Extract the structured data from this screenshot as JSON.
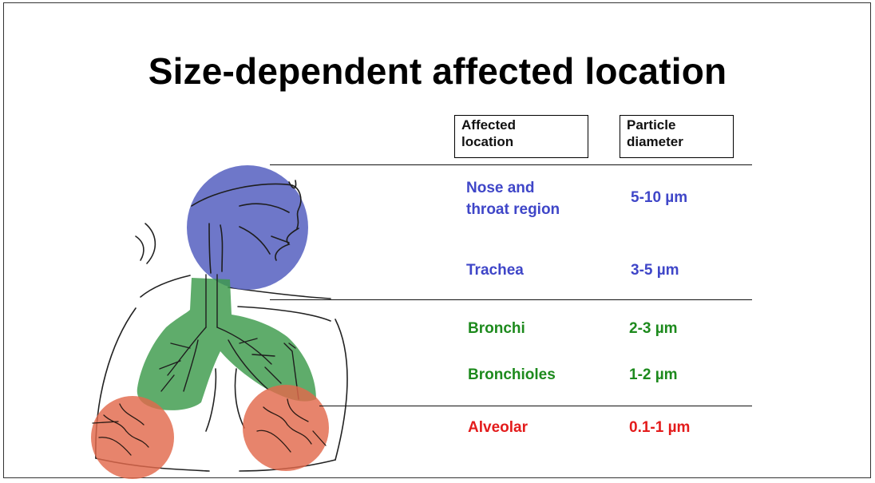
{
  "title": "Size-dependent affected location",
  "table": {
    "headers": [
      "Affected\nlocation",
      "Particle\ndiameter"
    ],
    "header_lines": [
      [
        "Affected",
        "location"
      ],
      [
        "Particle",
        "diameter"
      ]
    ],
    "rows": [
      {
        "location_lines": [
          "Nose and",
          "throat region"
        ],
        "diameter": "5-10 µm",
        "group": "upper"
      },
      {
        "location_lines": [
          "Trachea"
        ],
        "diameter": "3-5 µm",
        "group": "upper"
      },
      {
        "location_lines": [
          "Bronchi"
        ],
        "diameter": "2-3 µm",
        "group": "middle"
      },
      {
        "location_lines": [
          "Bronchioles"
        ],
        "diameter": "1-2 µm",
        "group": "middle"
      },
      {
        "location_lines": [
          "Alveolar"
        ],
        "diameter": "0.1-1 µm",
        "group": "lower"
      }
    ]
  },
  "colors": {
    "upper": "#3f46c8",
    "middle": "#1d8a1d",
    "lower": "#e31b1b",
    "upper_region_fill": "#5a64c2",
    "middle_region_fill": "#3c9a4a",
    "lower_region_fill": "#e2694c"
  }
}
